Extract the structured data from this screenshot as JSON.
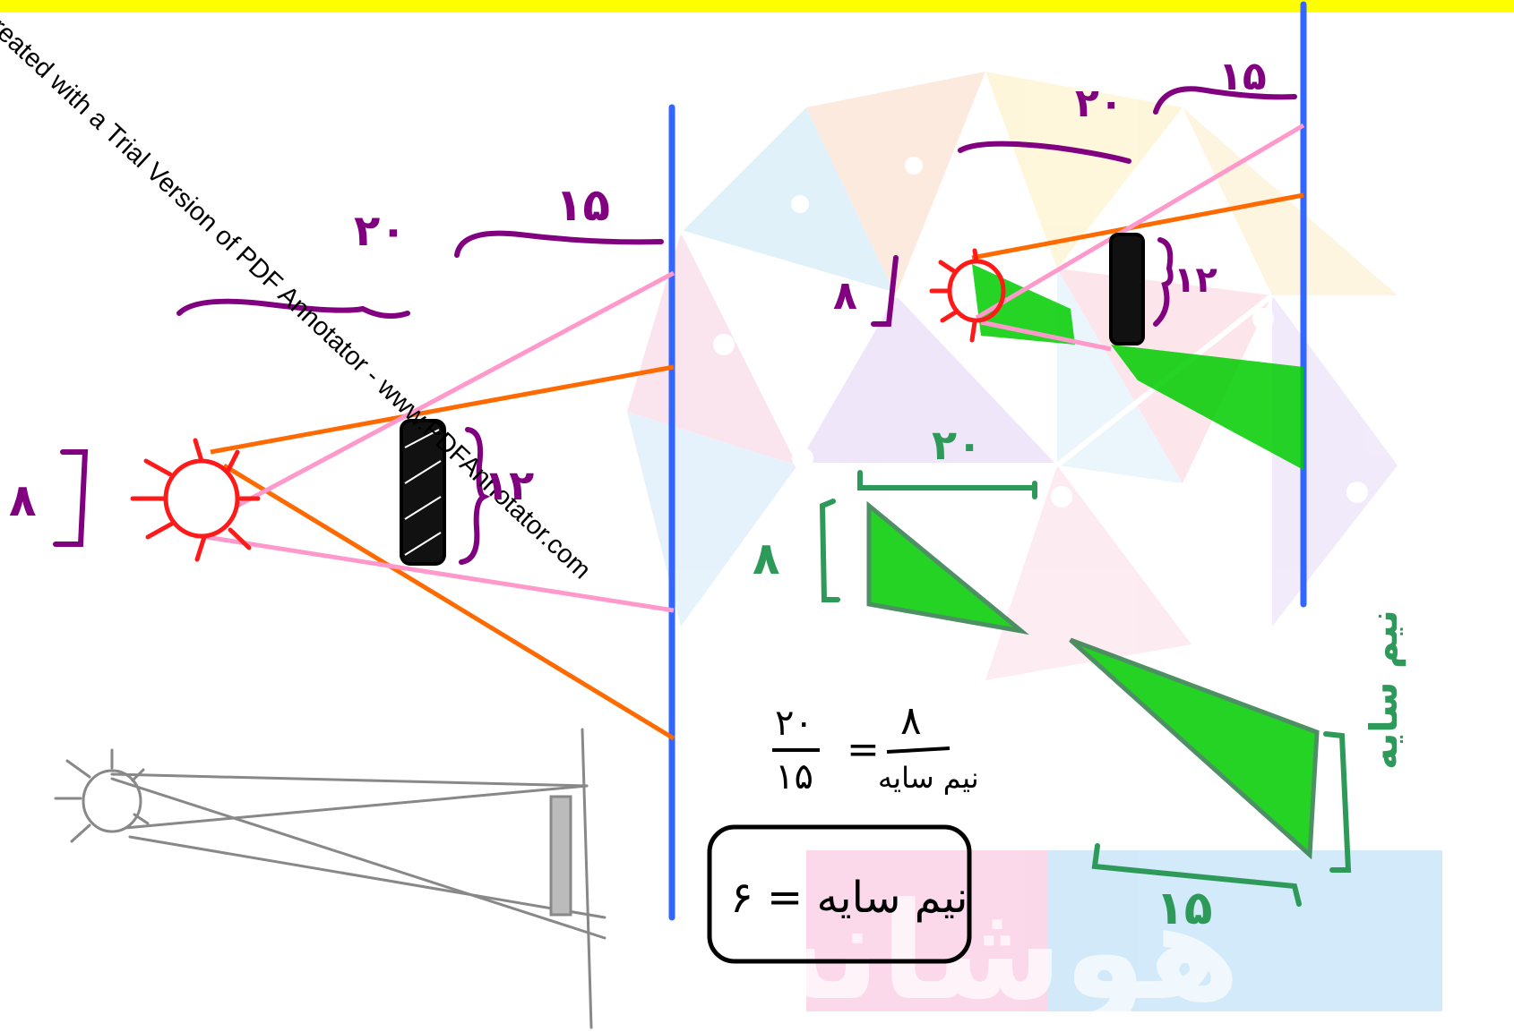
{
  "watermark": "Created with a Trial Version of PDF Annotator - www.PDFAnnotator.com",
  "left_diagram": {
    "light_height": "۸",
    "distance_light_to_object": "۲۰",
    "distance_object_to_wall": "۱۵",
    "object_height": "۱۲"
  },
  "right_diagram": {
    "light_height": "۸",
    "distance_light_to_object": "۲۰",
    "distance_object_to_wall": "۱۵",
    "object_height": "۱۲",
    "triangle_top_base": "۲۰",
    "triangle_top_height": "۸",
    "triangle_bottom_base": "۱۵",
    "triangle_bottom_height": "نیم سایه"
  },
  "equation": {
    "left_numerator": "۲۰",
    "left_denominator": "۱۵",
    "equals": "=",
    "right_numerator": "۸",
    "right_denominator": "نیم سایه",
    "result": "نیم سایه = ۶"
  },
  "logo_text": "هوشانه",
  "colors": {
    "top_bar": "#ffff00",
    "wall": "#3366ff",
    "sun": "#ff1a1a",
    "orange_ray": "#ff6a00",
    "pink_ray": "#ff99cc",
    "purple_ink": "#800080",
    "green_fill": "#00cc00",
    "green_ink": "#2e9a5a",
    "sketch_gray": "#888888"
  }
}
